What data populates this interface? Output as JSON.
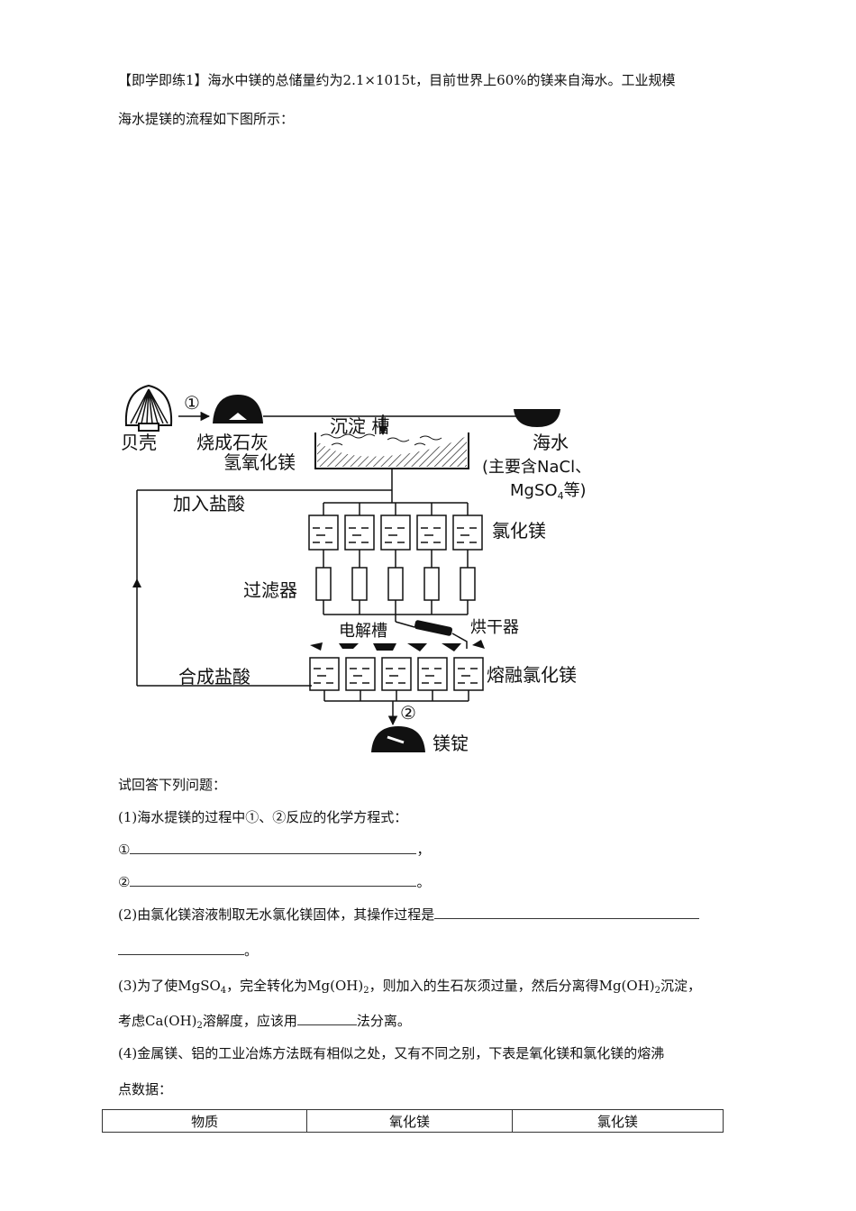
{
  "intro": {
    "line1": "【即学即练1】海水中镁的总储量约为2.1×1015t，目前世界上60%的镁来自海水。工业规模",
    "line2": "海水提镁的流程如下图所示："
  },
  "diagram": {
    "shell": "贝壳",
    "step1": "①",
    "calcined": "烧成石灰",
    "tank": "沉淀 槽",
    "seawater": "海水",
    "seawater_note1": "(主要含NaCl、",
    "seawater_note2a": "MgSO",
    "seawater_note2b": "4",
    "seawater_note2c": "等)",
    "hydroxide": "氢氧化镁",
    "add_hcl": "加入盐酸",
    "mgcl2": "氯化镁",
    "filter": "过滤器",
    "dryer": "烘干器",
    "cell": "电解槽",
    "molten": "熔融氯化镁",
    "synth_hcl": "合成盐酸",
    "step2": "②",
    "ingot": "镁锭"
  },
  "questions": {
    "prompt": "试回答下列问题：",
    "q1": "(1)海水提镁的过程中①、②反应的化学方程式：",
    "q1_a": "①",
    "q1_a_end": "，",
    "q1_b": "②",
    "q1_b_end": "。",
    "q2": "(2)由氯化镁溶液制取无水氯化镁固体，其操作过程是",
    "q2_end": "。",
    "q3_p1": "(3)为了使MgSO",
    "q3_s1": "4",
    "q3_p2": "，完全转化为Mg(OH)",
    "q3_s2": "2",
    "q3_p3": "，则加入的生石灰须过量，然后分离得Mg(OH)",
    "q3_s3": "2",
    "q3_p4": "沉淀，",
    "q3b_p1": "考虑Ca(OH)",
    "q3b_s1": "2",
    "q3b_p2": "溶解度，应该用",
    "q3b_p3": "法分离。",
    "q4_line1": "(4)金属镁、铝的工业冶炼方法既有相似之处，又有不同之别，下表是氧化镁和氯化镁的熔沸",
    "q4_line2": "点数据："
  },
  "table": {
    "headers": [
      "物质",
      "氧化镁",
      "氯化镁"
    ]
  }
}
